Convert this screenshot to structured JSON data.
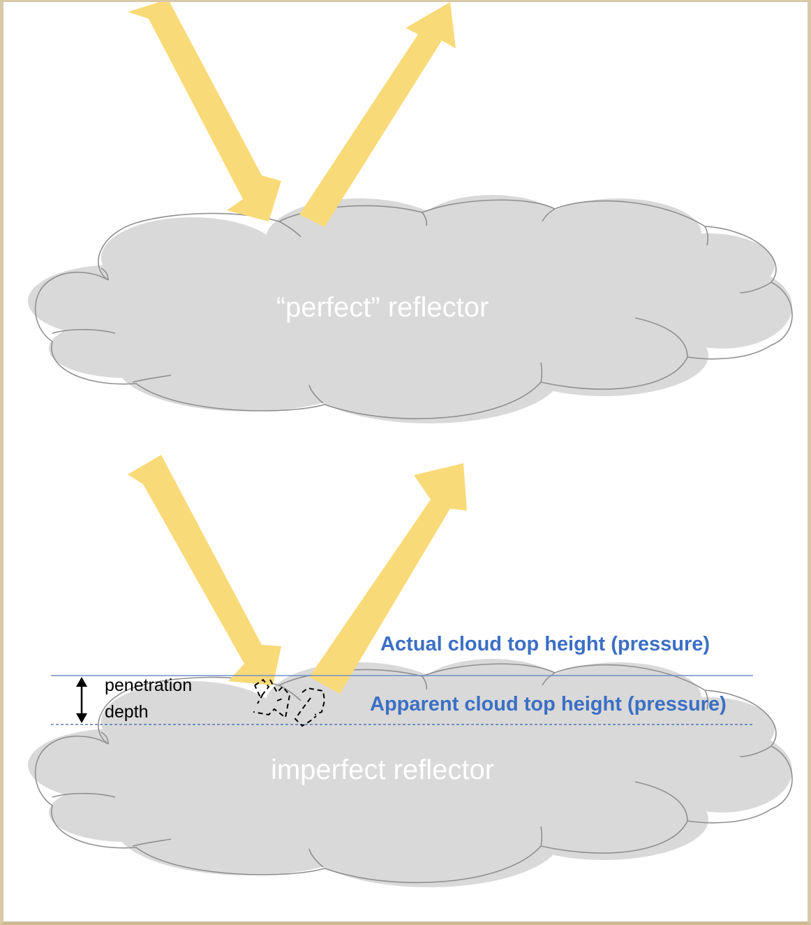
{
  "top_panel": {
    "cloud_label": "“perfect” reflector"
  },
  "bottom_panel": {
    "cloud_label": "imperfect reflector",
    "actual_label": "Actual cloud top height (pressure)",
    "apparent_label": "Apparent cloud top height (pressure)",
    "penetration_line1": "penetration",
    "penetration_line2": "depth"
  },
  "colors": {
    "sunlight_arrow": "#f9da78",
    "cloud": "#d9d9d9",
    "label_blue": "#3b6fc4"
  }
}
